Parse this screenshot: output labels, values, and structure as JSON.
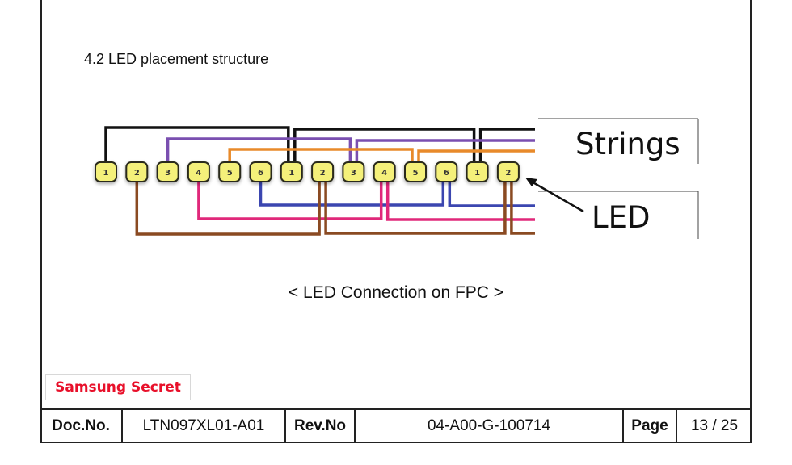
{
  "section_title": "4.2  LED placement structure",
  "figure": {
    "led_labels": [
      "1",
      "2",
      "3",
      "4",
      "5",
      "6",
      "1",
      "2",
      "3",
      "4",
      "5",
      "6",
      "1",
      "2"
    ],
    "strings_label": "Strings",
    "led_label": "LED",
    "caption": "< LED Connection on FPC >",
    "colors": {
      "string1": "#111111",
      "string3": "#7a4fb0",
      "string5": "#e88a2a",
      "string6": "#3b46b0",
      "string4": "#e0287a",
      "string2": "#8a4a22",
      "led_fill": "#f4f07a"
    }
  },
  "classification": "Samsung Secret",
  "footer": {
    "doc_no_label": "Doc.No.",
    "doc_no": "LTN097XL01-A01",
    "rev_no_label": "Rev.No",
    "rev_no": "04-A00-G-100714",
    "page_label": "Page",
    "page": "13 / 25"
  }
}
